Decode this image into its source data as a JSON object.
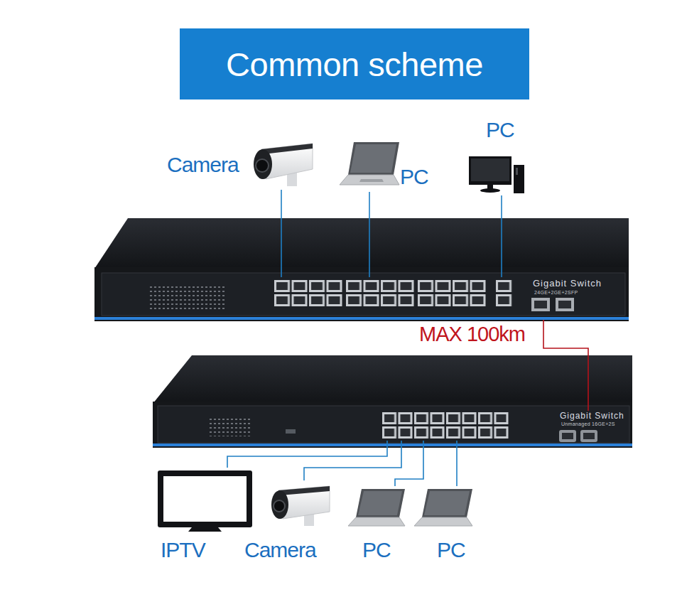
{
  "diagram": {
    "title": "Common scheme",
    "nodes": [
      {
        "text": [
          "Camera"
        ]
      },
      {
        "text": [
          "PC"
        ]
      },
      {
        "text": [
          "PC"
        ]
      },
      {
        "text": [
          "Gigabit Switch",
          "24GE+2GE+2SFP"
        ]
      },
      {
        "text": [
          "Gigabit Switch",
          "Unmanaged 16GE+2S"
        ]
      },
      {
        "text": [
          "IPTV"
        ]
      },
      {
        "text": [
          "Camera"
        ]
      },
      {
        "text": [
          "PC"
        ]
      },
      {
        "text": [
          "PC"
        ]
      }
    ],
    "edges": [
      {
        "from": 0,
        "to": 3,
        "arrow": "none"
      },
      {
        "from": 1,
        "to": 3,
        "arrow": "none"
      },
      {
        "from": 2,
        "to": 3,
        "arrow": "none"
      },
      {
        "from": 3,
        "to": 4,
        "label": "MAX 100km",
        "arrow": "none"
      },
      {
        "from": 4,
        "to": 5,
        "arrow": "none"
      },
      {
        "from": 4,
        "to": 6,
        "arrow": "none"
      },
      {
        "from": 4,
        "to": 7,
        "arrow": "none"
      },
      {
        "from": 4,
        "to": 8,
        "arrow": "none"
      }
    ]
  }
}
